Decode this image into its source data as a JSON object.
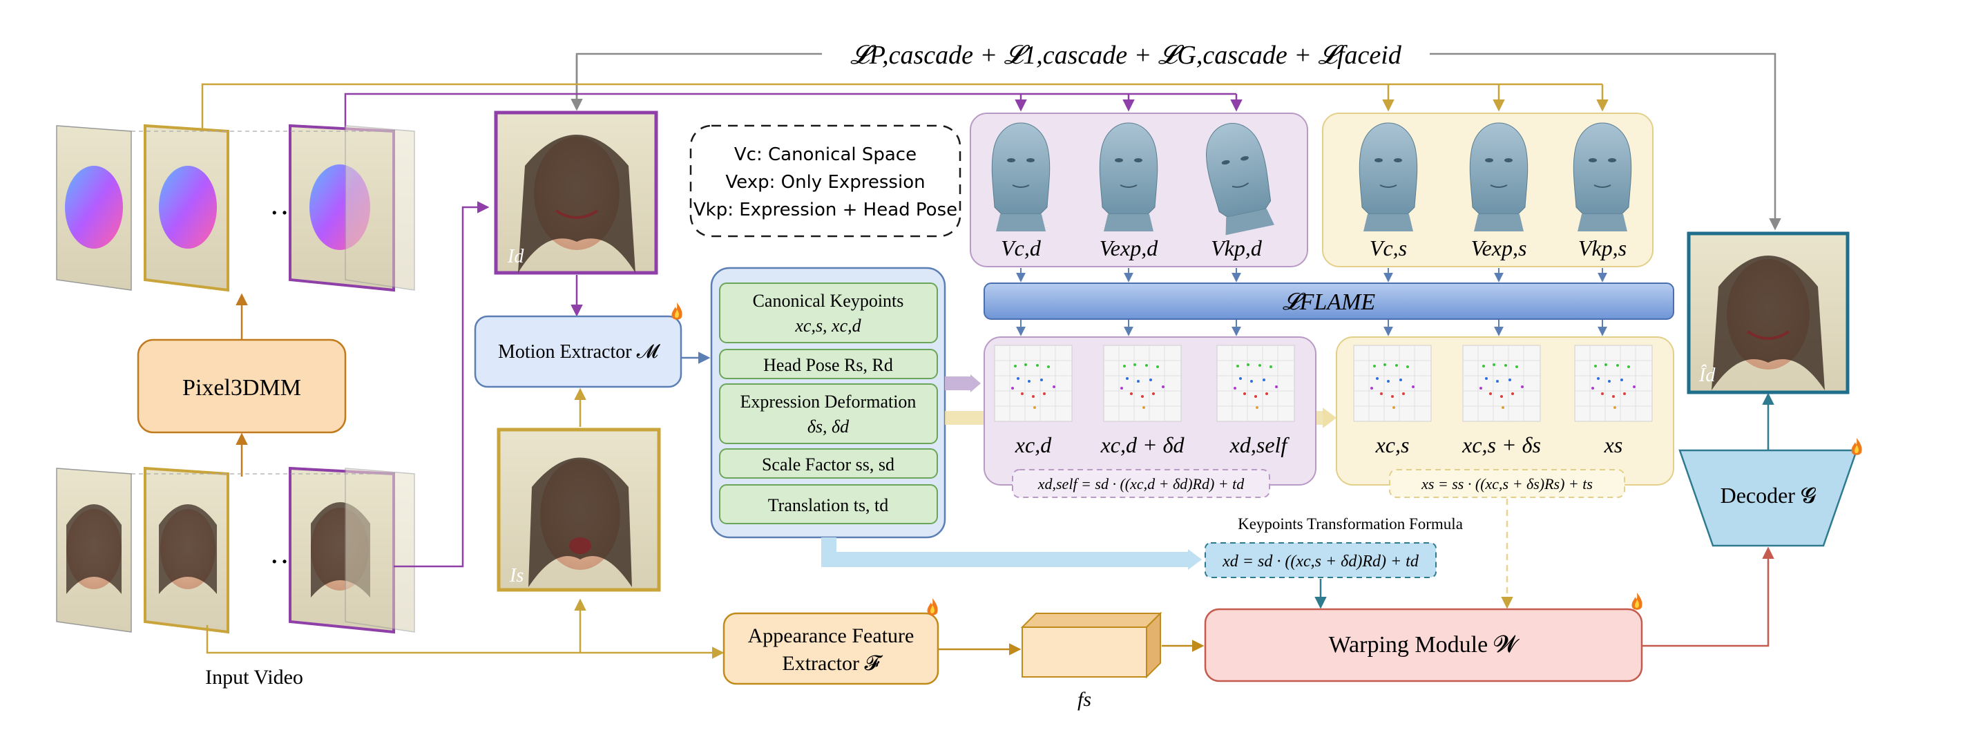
{
  "loss_top": {
    "text": "𝓛P,cascade + 𝓛1,cascade + 𝓛G,cascade + 𝓛faceid"
  },
  "legend": {
    "line1": "Vc: Canonical Space",
    "line2": "Vexp: Only Expression",
    "line3": "Vkp: Expression + Head Pose"
  },
  "pixel3dmm": {
    "label": "Pixel3DMM"
  },
  "input_video": {
    "label": "Input Video"
  },
  "driving_frame": {
    "label": "Id"
  },
  "source_frame": {
    "label": "Is"
  },
  "motion_extractor": {
    "label": "Motion Extractor 𝓜"
  },
  "keypoint_params": [
    {
      "line1": "Canonical Keypoints",
      "line2": "xc,s, xc,d"
    },
    {
      "line1": "Head Pose Rs, Rd",
      "line2": ""
    },
    {
      "line1": "Expression Deformation",
      "line2": "δs, δd"
    },
    {
      "line1": "Scale Factor ss, sd",
      "line2": ""
    },
    {
      "line1": "Translation ts, td",
      "line2": ""
    }
  ],
  "flame_meshes_driving": [
    "Vc,d",
    "Vexp,d",
    "Vkp,d"
  ],
  "flame_meshes_source": [
    "Vc,s",
    "Vexp,s",
    "Vkp,s"
  ],
  "flame_loss": {
    "label": "𝓛FLAME"
  },
  "keypoints_driving": [
    "xc,d",
    "xc,d + δd",
    "xd,self"
  ],
  "keypoints_source": [
    "xc,s",
    "xc,s + δs",
    "xs"
  ],
  "formula_self": {
    "text": "xd,self = sd · ((xc,d + δd)Rd) + td"
  },
  "formula_source": {
    "text": "xs = ss · ((xc,s + δs)Rs) + ts"
  },
  "formula_driving": {
    "text": "xd = sd · ((xc,s + δd)Rd) + td"
  },
  "formula_caption": {
    "text": "Keypoints Transformation Formula"
  },
  "appearance_extractor": {
    "line1": "Appearance Feature",
    "line2": "Extractor 𝓕"
  },
  "feature_volume": {
    "label": "fs"
  },
  "warping_module": {
    "label": "Warping Module 𝓦"
  },
  "decoder": {
    "label": "Decoder 𝓖"
  },
  "output_frame": {
    "label": "Îd"
  },
  "colors": {
    "purple": "#8e3fa8",
    "gold": "#c9a43a",
    "orange": "#c27a1e",
    "blue": "#5b7fb5",
    "green_fill": "#d8ecd0",
    "red": "#c55a4e"
  },
  "icons": [
    "fire-icon"
  ]
}
